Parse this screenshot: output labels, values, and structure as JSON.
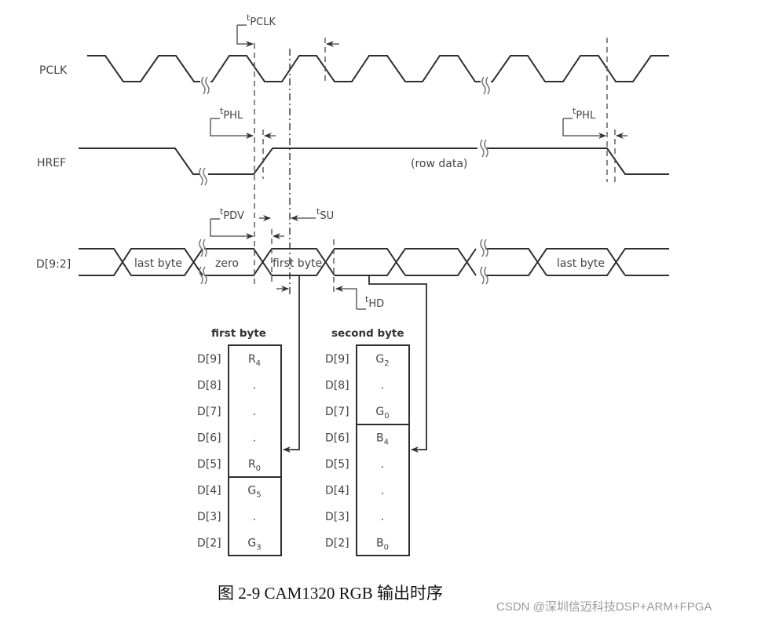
{
  "signals": {
    "pclk": "PCLK",
    "href": "HREF",
    "data": "D[9:2]"
  },
  "timing_labels": {
    "t_pclk": {
      "base": "t",
      "sub": "PCLK"
    },
    "t_phl_1": {
      "base": "t",
      "sub": "PHL"
    },
    "t_phl_2": {
      "base": "t",
      "sub": "PHL"
    },
    "t_pdv": {
      "base": "t",
      "sub": "PDV"
    },
    "t_su": {
      "base": "t",
      "sub": "SU"
    },
    "t_hd": {
      "base": "t",
      "sub": "HD"
    }
  },
  "href_annotation": "(row data)",
  "data_segments": {
    "seg1": "last byte",
    "seg2": "zero",
    "seg3": "first byte",
    "seg4": "last byte"
  },
  "first_byte": {
    "title": "first byte",
    "rows": [
      {
        "pin": "D[9]",
        "base": "R",
        "sub": "4"
      },
      {
        "pin": "D[8]",
        "base": ".",
        "sub": ""
      },
      {
        "pin": "D[7]",
        "base": ".",
        "sub": ""
      },
      {
        "pin": "D[6]",
        "base": ".",
        "sub": ""
      },
      {
        "pin": "D[5]",
        "base": "R",
        "sub": "0"
      },
      {
        "pin": "D[4]",
        "base": "G",
        "sub": "5"
      },
      {
        "pin": "D[3]",
        "base": ".",
        "sub": ""
      },
      {
        "pin": "D[2]",
        "base": "G",
        "sub": "3"
      }
    ]
  },
  "second_byte": {
    "title": "second byte",
    "rows": [
      {
        "pin": "D[9]",
        "base": "G",
        "sub": "2"
      },
      {
        "pin": "D[8]",
        "base": ".",
        "sub": ""
      },
      {
        "pin": "D[7]",
        "base": "G",
        "sub": "0"
      },
      {
        "pin": "D[6]",
        "base": "B",
        "sub": "4"
      },
      {
        "pin": "D[5]",
        "base": ".",
        "sub": ""
      },
      {
        "pin": "D[4]",
        "base": ".",
        "sub": ""
      },
      {
        "pin": "D[3]",
        "base": ".",
        "sub": ""
      },
      {
        "pin": "D[2]",
        "base": "B",
        "sub": "0"
      }
    ]
  },
  "caption": "图  2-9 CAM1320 RGB 输出时序",
  "watermark": "CSDN @深圳信迈科技DSP+ARM+FPGA"
}
